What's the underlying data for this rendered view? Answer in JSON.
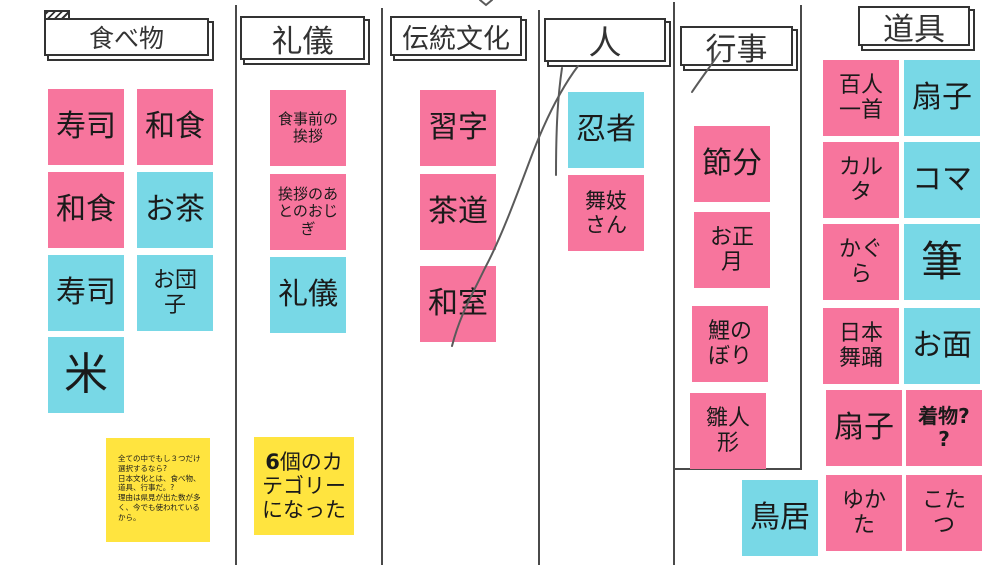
{
  "headers": {
    "food": "食べ物",
    "etiquette": "礼儀",
    "culture": "伝統文化",
    "people": "人",
    "events": "行事",
    "tools": "道具"
  },
  "notes": {
    "food": [
      "寿司",
      "和食",
      "和食",
      "お茶",
      "寿司",
      "お団\n子",
      "米"
    ],
    "etiquette": [
      "食事前の\n挨拶",
      "挨拶のあ\nとのおじ\nぎ",
      "礼儀"
    ],
    "culture": [
      "習字",
      "茶道",
      "和室"
    ],
    "people": [
      "忍者",
      "舞妓\nさん"
    ],
    "events": [
      "節分",
      "お正\n月",
      "鯉の\nぼり",
      "雛人\n形"
    ],
    "tools": [
      "百人\n一首",
      "扇子",
      "カル\nタ",
      "コマ",
      "かぐ\nら",
      "筆",
      "日本\n舞踊",
      "お面",
      "扇子",
      "着物?\n?",
      "ゆか\nた",
      "こた\nつ"
    ],
    "extra": "鳥居"
  },
  "comments": {
    "question": "全ての中でもし３つだけ\n選択するなら?\n日本文化とは、食べ物、\n道具、行事だ。?\n理由は県見が出た数が多\nく、今でも使われている\nから。",
    "summary_bold": "6",
    "summary_rest": "個のカ\nテゴリー\nになった"
  },
  "colors": {
    "pink": "#f7759d",
    "cyan": "#78d8e6",
    "yellow": "#ffe43f",
    "line": "#4a4a4a"
  }
}
